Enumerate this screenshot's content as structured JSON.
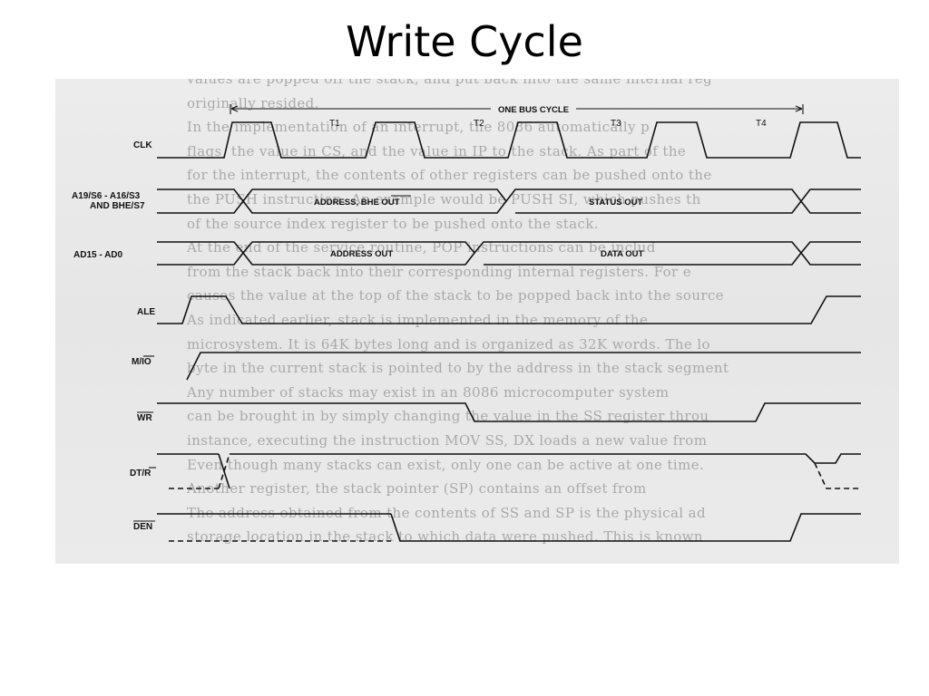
{
  "title": "Write Cycle",
  "timing": {
    "bus_cycle_label": "ONE BUS CYCLE",
    "states": [
      "T1",
      "T2",
      "T3",
      "T4"
    ],
    "signals": {
      "clk": "CLK",
      "addr_status_line1": "A19/S6 - A16/S3",
      "addr_status_line2": "AND BHE/S7",
      "ad": "AD15 - AD0",
      "ale": "ALE",
      "mio": "M/IO",
      "wr": "WR",
      "dtr": "DT/R",
      "den": "DEN"
    },
    "bus_values": {
      "address_bhe_out": "ADDRESS, BHE OUT",
      "status_out": "STATUS OUT",
      "address_out": "ADDRESS OUT",
      "data_out": "DATA OUT"
    }
  },
  "background_text": [
    "values are popped off the stack, and put back into the same internal reg",
    "originally resided.",
    "In the implementation of an interrupt, the 8086 automatically p",
    "flags, the value in CS, and the value in IP to the stack. As part of the",
    "for the interrupt, the contents of other registers can be pushed onto the",
    "the PUSH instruction. An example would be PUSH SI, which pushes th",
    "of the source index register to be pushed onto the stack.",
    "At the end of the service routine, POP instructions can be includ",
    "from the stack back into their corresponding internal registers. For e",
    "causes the value at the top of the stack to be popped back into the source",
    "As indicated earlier, stack is implemented in the memory of the",
    "microsystem. It is 64K bytes long and is organized as 32K words. The lo",
    "byte in the current stack is pointed to by the address in the stack segment",
    "Any number of stacks may exist in an 8086 microcomputer system",
    "can be brought in by simply changing the value in the SS register throu",
    "instance, executing the instruction MOV SS, DX loads a new value from",
    "Even though many stacks can exist, only one can be active at one time.",
    "Another register, the stack pointer (SP) contains an offset from",
    "The address obtained from the contents of SS and SP is the physical ad",
    "storage location in the stack to which data were pushed. This is known"
  ]
}
